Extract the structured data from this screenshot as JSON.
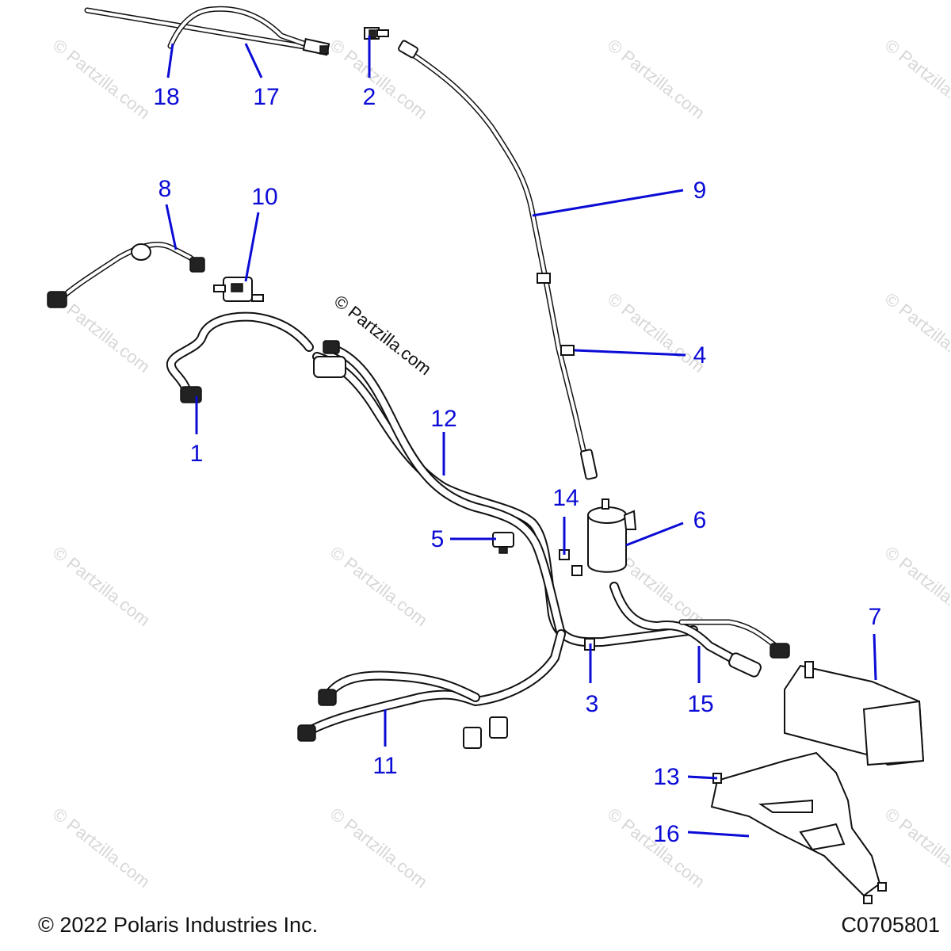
{
  "callouts": [
    {
      "num": "1"
    },
    {
      "num": "2"
    },
    {
      "num": "3"
    },
    {
      "num": "4"
    },
    {
      "num": "5"
    },
    {
      "num": "6"
    },
    {
      "num": "7"
    },
    {
      "num": "8"
    },
    {
      "num": "9"
    },
    {
      "num": "10"
    },
    {
      "num": "11"
    },
    {
      "num": "12"
    },
    {
      "num": "13"
    },
    {
      "num": "14"
    },
    {
      "num": "15"
    },
    {
      "num": "16"
    },
    {
      "num": "17"
    },
    {
      "num": "18"
    }
  ],
  "watermark": {
    "center": "© Partzilla.com",
    "tile": "© Partzilla.com"
  },
  "footer": {
    "copyright": "© 2022 Polaris Industries Inc.",
    "figure_id": "C0705801"
  },
  "colors": {
    "callout": "#0b0bd6",
    "line_art": "#111111",
    "watermark": "#d7d7d7"
  }
}
